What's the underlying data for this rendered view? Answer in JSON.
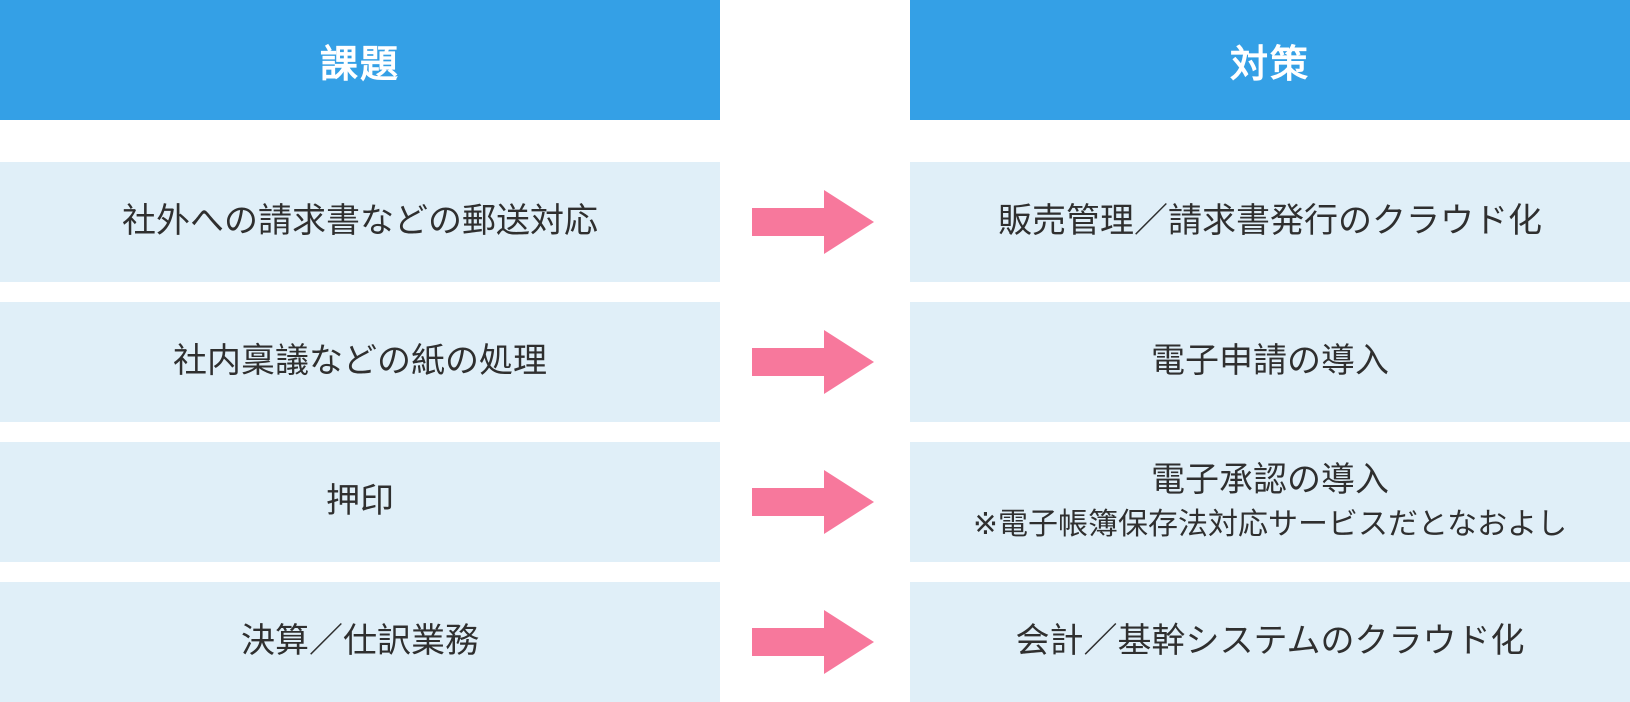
{
  "headers": {
    "issue": "課題",
    "solution": "対策"
  },
  "rows": [
    {
      "issue": "社外への請求書などの郵送対応",
      "solution": "販売管理／請求書発行のクラウド化",
      "solution_note": ""
    },
    {
      "issue": "社内稟議などの紙の処理",
      "solution": "電子申請の導入",
      "solution_note": ""
    },
    {
      "issue": "押印",
      "solution": "電子承認の導入",
      "solution_note": "※電子帳簿保存法対応サービスだとなおよし"
    },
    {
      "issue": "決算／仕訳業務",
      "solution": "会計／基幹システムのクラウド化",
      "solution_note": ""
    }
  ],
  "colors": {
    "header_bg": "#34a0e6",
    "cell_bg": "#e0eff8",
    "arrow": "#f7789c",
    "text": "#2f2f2f"
  },
  "icons": {
    "arrow": "right-arrow-icon"
  }
}
